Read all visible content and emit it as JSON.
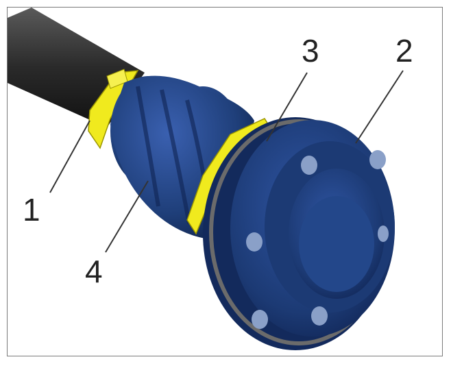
{
  "diagram": {
    "callouts": [
      {
        "id": "1",
        "label": "1"
      },
      {
        "id": "2",
        "label": "2"
      },
      {
        "id": "3",
        "label": "3"
      },
      {
        "id": "4",
        "label": "4"
      }
    ],
    "colors": {
      "shaft": "#2b2b2b",
      "boot": "#1f3f7a",
      "boot_dark": "#122750",
      "clamp": "#f0ea1e",
      "seal_ring": "#6b6b6b",
      "leader": "#333333"
    }
  }
}
